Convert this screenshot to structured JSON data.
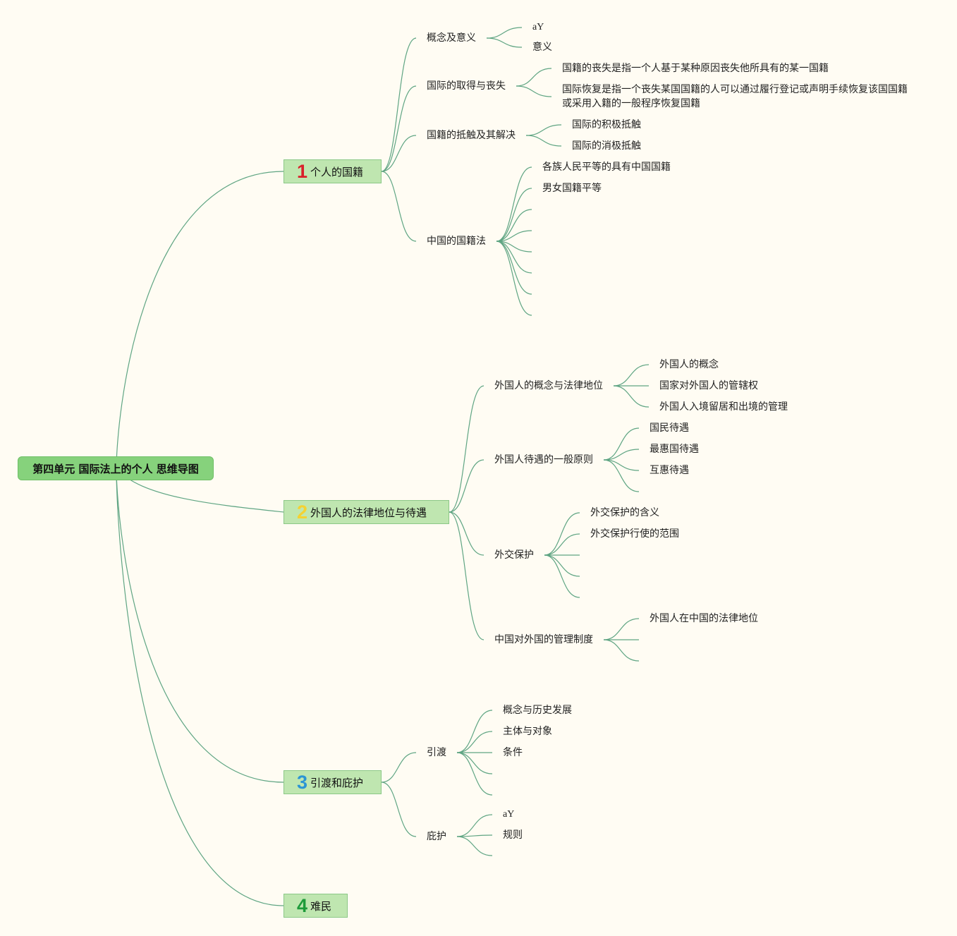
{
  "root": {
    "label": "第四单元 国际法上的个人 思维导图"
  },
  "colors": {
    "line": "#5fa583",
    "num1": "#d9212b",
    "num2": "#f4d232",
    "num3": "#2b95d4",
    "num4": "#1d9b3a"
  },
  "branches": [
    {
      "num": "1",
      "label": "个人的国籍",
      "children": [
        {
          "label": "概念及意义",
          "children": [
            "aY",
            "意义"
          ]
        },
        {
          "label": "国际的取得与丧失",
          "children": [
            "国籍的丧失是指一个人基于某种原因丧失他所具有的某一国籍",
            "国际恢复是指一个丧失某国国籍的人可以通过履行登记或声明手续恢复该国国籍或采用入籍的一般程序恢复国籍"
          ]
        },
        {
          "label": "国籍的抵触及其解决",
          "children": [
            "国际的积极抵触",
            "国际的消极抵触"
          ]
        },
        {
          "label": "中国的国籍法",
          "children": [
            "各族人民平等的具有中国国籍",
            "男女国籍平等",
            "",
            "",
            "",
            "",
            "",
            ""
          ]
        }
      ]
    },
    {
      "num": "2",
      "label": "外国人的法律地位与待遇",
      "children": [
        {
          "label": "外国人的概念与法律地位",
          "children": [
            "外国人的概念",
            "国家对外国人的管辖权",
            "外国人入境留居和出境的管理"
          ]
        },
        {
          "label": "外国人待遇的一般原则",
          "children": [
            "国民待遇",
            "最惠国待遇",
            "互惠待遇",
            ""
          ]
        },
        {
          "label": "外交保护",
          "children": [
            "外交保护的含义",
            "外交保护行使的范围",
            "",
            "",
            ""
          ]
        },
        {
          "label": "中国对外国的管理制度",
          "children": [
            "外国人在中国的法律地位",
            "",
            ""
          ]
        }
      ]
    },
    {
      "num": "3",
      "label": "引渡和庇护",
      "children": [
        {
          "label": "引渡",
          "children": [
            "概念与历史发展",
            "主体与对象",
            "条件",
            "",
            ""
          ]
        },
        {
          "label": "庇护",
          "children": [
            "aY",
            "规则",
            ""
          ]
        }
      ]
    },
    {
      "num": "4",
      "label": "难民",
      "children": []
    }
  ]
}
